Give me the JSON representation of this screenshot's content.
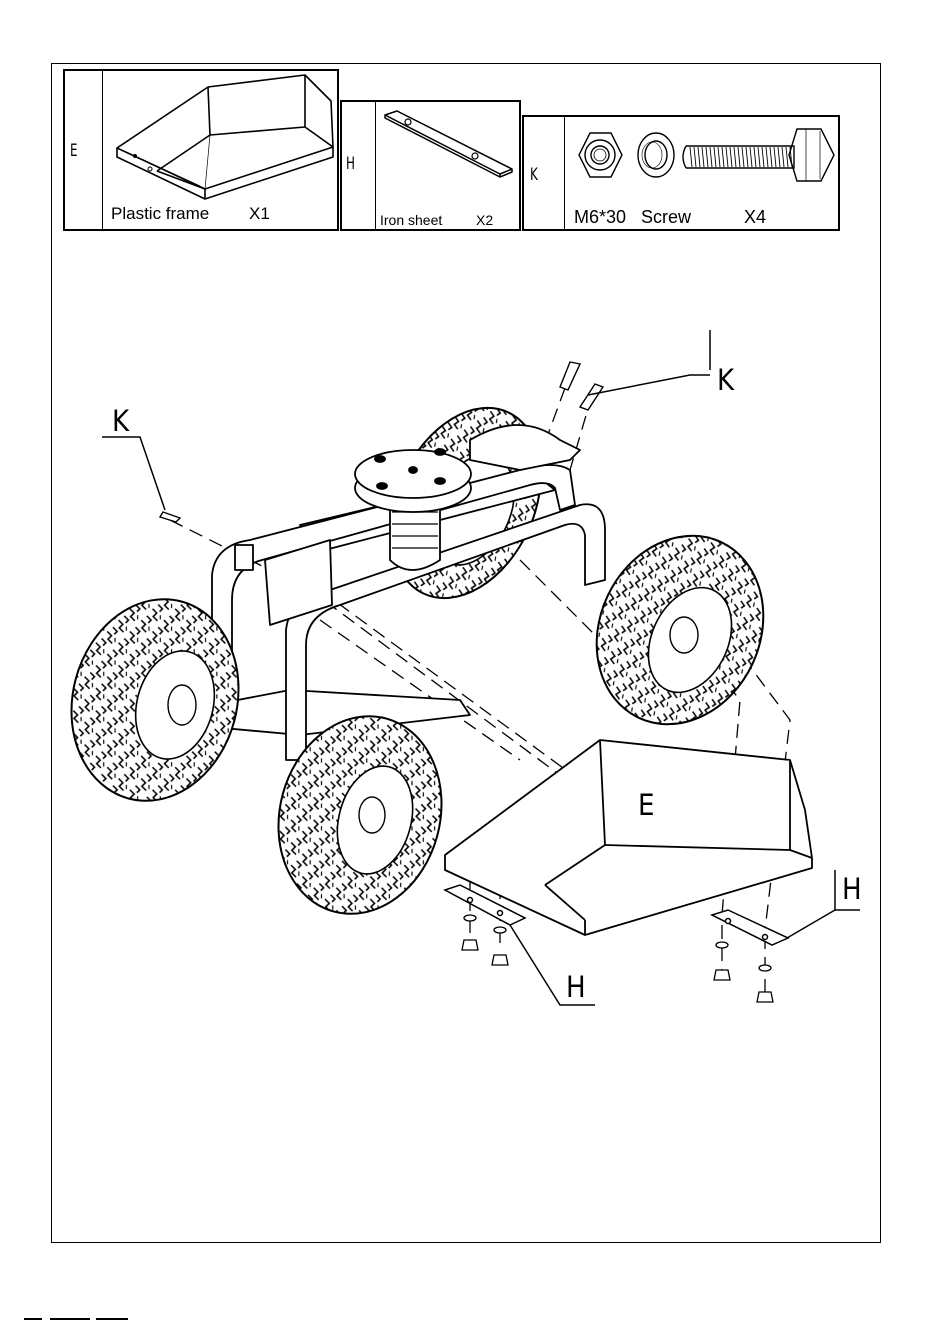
{
  "parts": [
    {
      "code": "E",
      "name": "Plastic frame",
      "qty": "X1",
      "icon": "plastic-frame-icon"
    },
    {
      "code": "H",
      "name": "Iron sheet",
      "qty": "X2",
      "icon": "iron-sheet-icon"
    },
    {
      "code": "K",
      "name": "M6*30",
      "name2": "Screw",
      "qty": "X4",
      "icon": "screw-set-icon"
    }
  ],
  "callouts": {
    "k_top_right": "K",
    "k_left": "K",
    "e_frame": "E",
    "h_bottom": "H",
    "h_right": "H"
  },
  "colors": {
    "line": "#000000",
    "background": "#ffffff"
  }
}
